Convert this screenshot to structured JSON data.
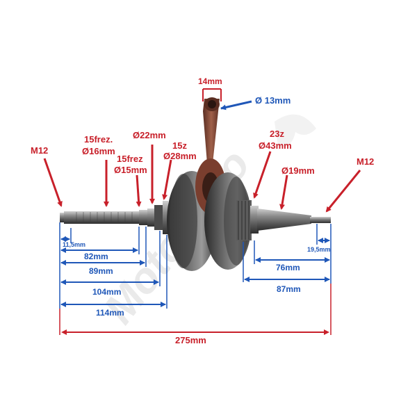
{
  "watermark": "MotoMoto",
  "colors": {
    "annotation_red": "#c8202a",
    "dimension_blue": "#1f57b8",
    "steel": "#6e6e6e",
    "rod": "#8b4a3a"
  },
  "part_labels": {
    "m12_left": "M12",
    "spline_16": [
      "15frez.",
      "Ø16mm"
    ],
    "spline_15": [
      "15frez",
      "Ø15mm"
    ],
    "dia_22": "Ø22mm",
    "gear_15z": [
      "15z",
      "Ø28mm"
    ],
    "rod_width": "14mm",
    "pin_dia": "Ø 13mm",
    "gear_23z": [
      "23z",
      "Ø43mm"
    ],
    "dia_19": "Ø19mm",
    "m12_right": "M12"
  },
  "dimensions": {
    "d_11_5": "11,5mm",
    "d_82": "82mm",
    "d_89": "89mm",
    "d_104": "104mm",
    "d_114": "114mm",
    "d_275": "275mm",
    "d_19_5": "19,5mm",
    "d_76": "76mm",
    "d_87": "87mm"
  }
}
